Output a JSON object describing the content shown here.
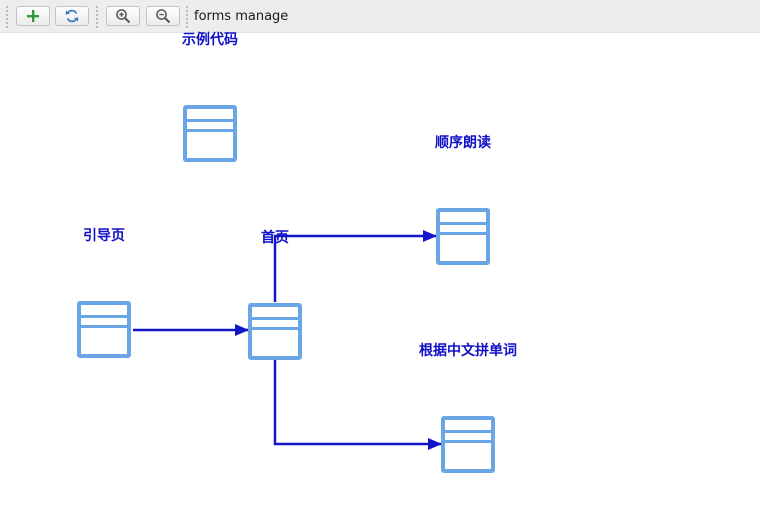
{
  "toolbar": {
    "title": "forms manage",
    "buttons": [
      {
        "name": "add",
        "icon": "plus-icon"
      },
      {
        "name": "refresh",
        "icon": "refresh-icon"
      },
      {
        "name": "zoom-in",
        "icon": "zoom-in-icon"
      },
      {
        "name": "zoom-out",
        "icon": "zoom-out-icon"
      }
    ]
  },
  "diagram": {
    "nodes": [
      {
        "id": "sample_code",
        "label": "示例代码"
      },
      {
        "id": "guide_page",
        "label": "引导页"
      },
      {
        "id": "home",
        "label": "首页"
      },
      {
        "id": "sequential_read",
        "label": "顺序朗读"
      },
      {
        "id": "spell_by_chinese",
        "label": "根据中文拼单词"
      }
    ],
    "edges": [
      {
        "from": "guide_page",
        "to": "home"
      },
      {
        "from": "home",
        "to": "sequential_read"
      },
      {
        "from": "home",
        "to": "spell_by_chinese"
      }
    ]
  },
  "colors": {
    "edge": "#1515c8",
    "node_border": "#6aa6e6",
    "label": "#1010c8",
    "add_icon": "#2e9a3a",
    "refresh_icon": "#3a7cc4",
    "zoom_icon": "#555555"
  }
}
